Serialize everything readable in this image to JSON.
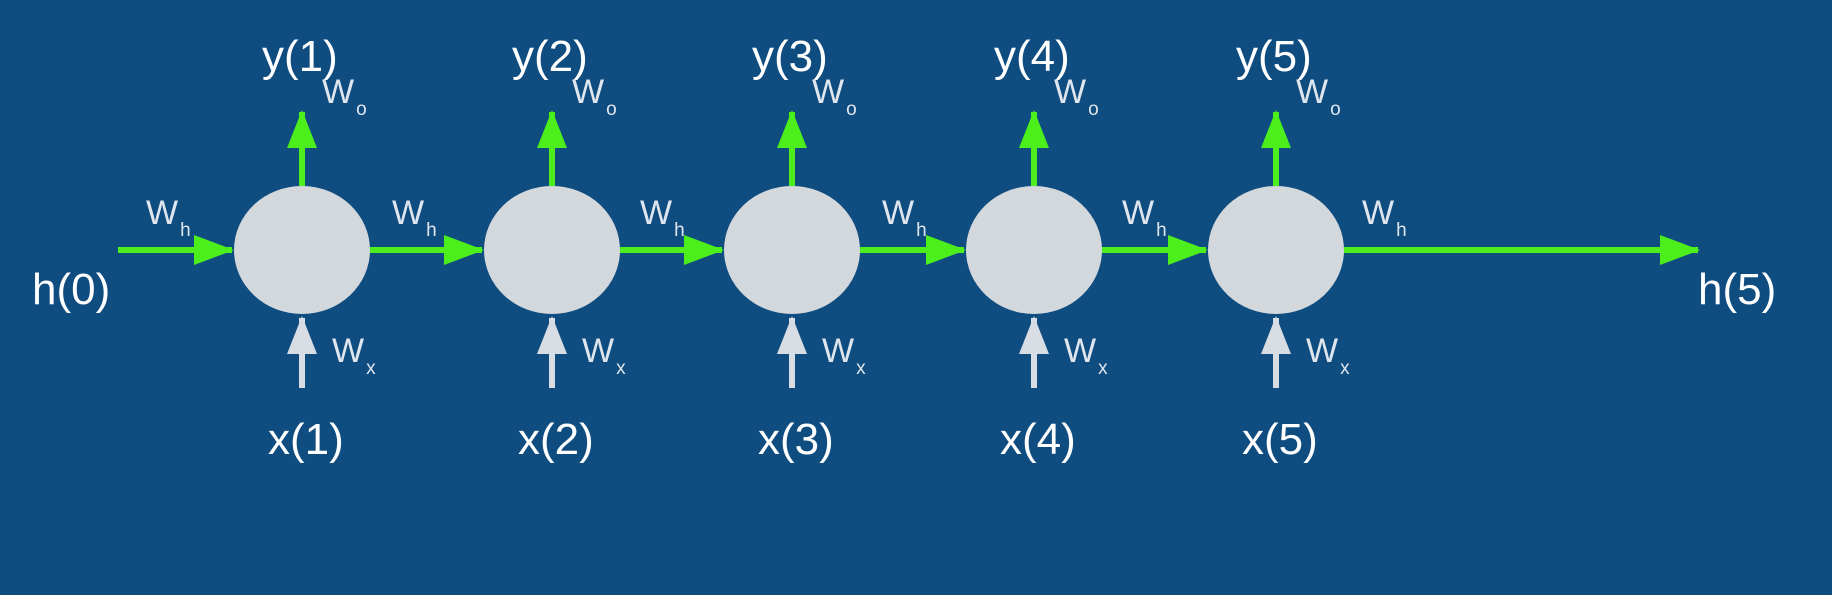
{
  "diagram": {
    "colors": {
      "background": "#0f4c7f",
      "node": "#d3d8dd",
      "recurrent_arrow": "#4cef1c",
      "input_arrow": "#d8dde3",
      "text": "#ffffff"
    },
    "initial_state": "h(0)",
    "final_state": "h(5)",
    "weight_symbol": "W",
    "hidden_weight_sub": "h",
    "output_weight_sub": "o",
    "input_weight_sub": "x",
    "cells": [
      {
        "output": "y(1)",
        "input": "x(1)"
      },
      {
        "output": "y(2)",
        "input": "x(2)"
      },
      {
        "output": "y(3)",
        "input": "x(3)"
      },
      {
        "output": "y(4)",
        "input": "x(4)"
      },
      {
        "output": "y(5)",
        "input": "x(5)"
      }
    ]
  }
}
